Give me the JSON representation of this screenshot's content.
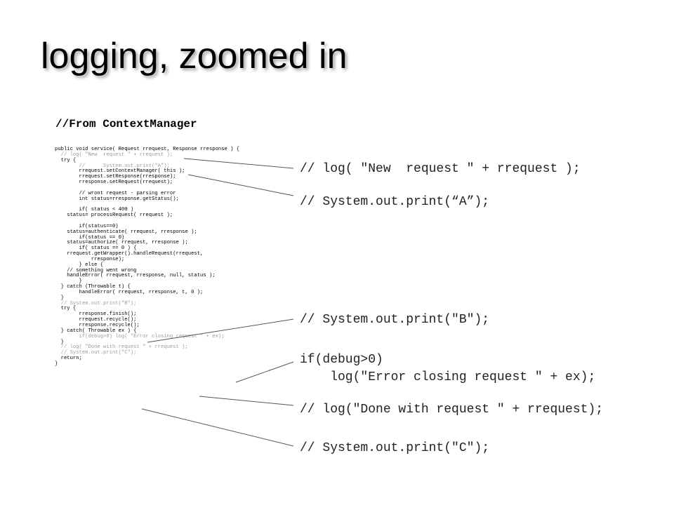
{
  "slide": {
    "title": "logging, zoomed in",
    "subtitle": "//From ContextManager"
  },
  "code_lines": [
    {
      "text": "public void service( Request rrequest, Response rresponse ) {",
      "comment": false
    },
    {
      "text": "  // log( \"New  request \" + rrequest );",
      "comment": true
    },
    {
      "text": "  try {",
      "comment": false
    },
    {
      "text": "        //      System.out.print(\"A\");",
      "comment": true
    },
    {
      "text": "        rrequest.setContextManager( this );",
      "comment": false
    },
    {
      "text": "        rrequest.setResponse(rresponse);",
      "comment": false
    },
    {
      "text": "        rresponse.setRequest(rrequest);",
      "comment": false
    },
    {
      "text": "",
      "comment": false
    },
    {
      "text": "        // wront request - parsing error",
      "comment": false
    },
    {
      "text": "        int status=rresponse.getStatus();",
      "comment": false
    },
    {
      "text": "",
      "comment": false
    },
    {
      "text": "        if( status < 400 )",
      "comment": false
    },
    {
      "text": "    status= processRequest( rrequest );",
      "comment": false
    },
    {
      "text": "",
      "comment": false
    },
    {
      "text": "        if(status==0)",
      "comment": false
    },
    {
      "text": "    status=authenticate( rrequest, rresponse );",
      "comment": false
    },
    {
      "text": "        if(status == 0)",
      "comment": false
    },
    {
      "text": "    status=authorize( rrequest, rresponse );",
      "comment": false
    },
    {
      "text": "        if( status == 0 ) {",
      "comment": false
    },
    {
      "text": "    rrequest.getWrapper().handleRequest(rrequest,",
      "comment": false
    },
    {
      "text": "            rresponse);",
      "comment": false
    },
    {
      "text": "        } else {",
      "comment": false
    },
    {
      "text": "    // something went wrong",
      "comment": false
    },
    {
      "text": "    handleError( rrequest, rresponse, null, status );",
      "comment": false
    },
    {
      "text": "        }",
      "comment": false
    },
    {
      "text": "  } catch (Throwable t) {",
      "comment": false
    },
    {
      "text": "        handleError( rrequest, rresponse, t, 0 );",
      "comment": false
    },
    {
      "text": "  }",
      "comment": false
    },
    {
      "text": "  // System.out.print(\"B\");",
      "comment": true
    },
    {
      "text": "  try {",
      "comment": false
    },
    {
      "text": "        rresponse.finish();",
      "comment": false
    },
    {
      "text": "        rrequest.recycle();",
      "comment": false
    },
    {
      "text": "        rresponse.recycle();",
      "comment": false
    },
    {
      "text": "  } catch( Throwable ex ) {",
      "comment": false
    },
    {
      "text": "        if(debug>0) log( \"Error closing request \" + ex);",
      "comment": true
    },
    {
      "text": "  }",
      "comment": false
    },
    {
      "text": "  // log( \"Done with request \" + rrequest );",
      "comment": true
    },
    {
      "text": "  // System.out.print(\"C\");",
      "comment": true
    },
    {
      "text": "  return;",
      "comment": false
    },
    {
      "text": "}",
      "comment": false
    }
  ],
  "callouts": {
    "log_new_request": "// log( \"New  request \" + rrequest );",
    "print_a": "// System.out.print(“A”);",
    "print_b": "// System.out.print(\"B\");",
    "debug_if": "if(debug>0)",
    "debug_log": "    log(\"Error closing request \" + ex);",
    "log_done": "// log(\"Done with request \" + rrequest);",
    "print_c": "// System.out.print(\"C\");"
  }
}
